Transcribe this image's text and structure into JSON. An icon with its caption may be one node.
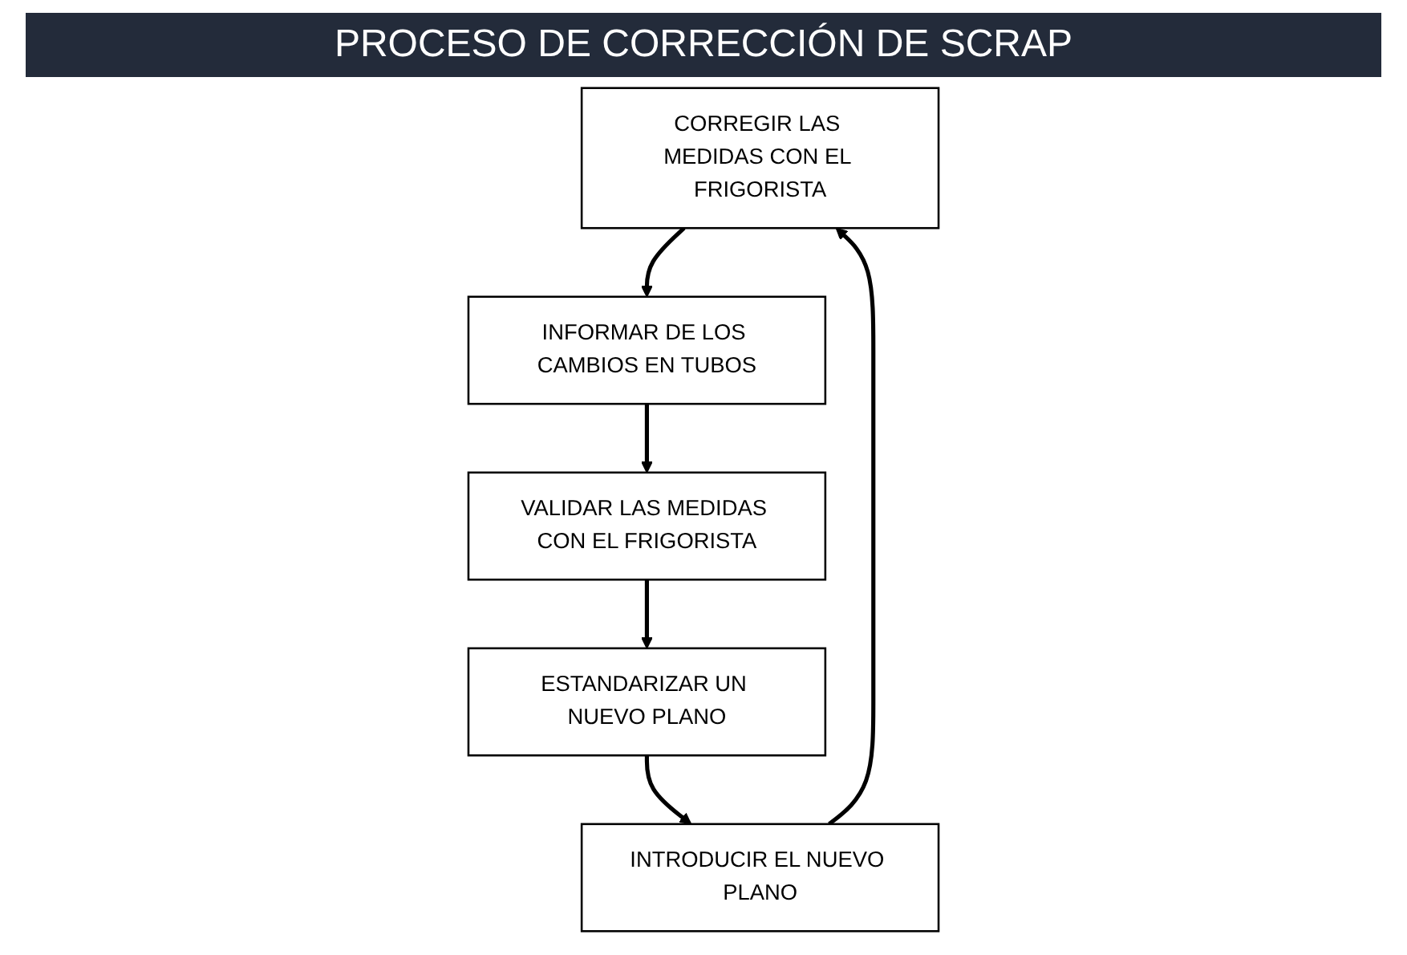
{
  "diagram": {
    "title": "PROCESO DE CORRECCIÓN DE SCRAP",
    "nodes": [
      {
        "text": [
          "CORREGIR LAS MEDIDAS CON EL FRIGORISTA"
        ]
      },
      {
        "text": [
          "INFORMAR DE LOS CAMBIOS EN TUBOS"
        ]
      },
      {
        "text": [
          "VALIDAR LAS MEDIDAS CON EL FRIGORISTA"
        ]
      },
      {
        "text": [
          "ESTANDARIZAR UN NUEVO PLANO"
        ]
      },
      {
        "text": [
          "INTRODUCIR EL NUEVO PLANO"
        ]
      }
    ],
    "edges": [
      {
        "from": 0,
        "to": 1,
        "arrow": "to"
      },
      {
        "from": 1,
        "to": 2,
        "arrow": "to"
      },
      {
        "from": 2,
        "to": 3,
        "arrow": "to"
      },
      {
        "from": 3,
        "to": 4,
        "arrow": "to"
      },
      {
        "from": 4,
        "to": 0,
        "arrow": "to"
      }
    ]
  }
}
